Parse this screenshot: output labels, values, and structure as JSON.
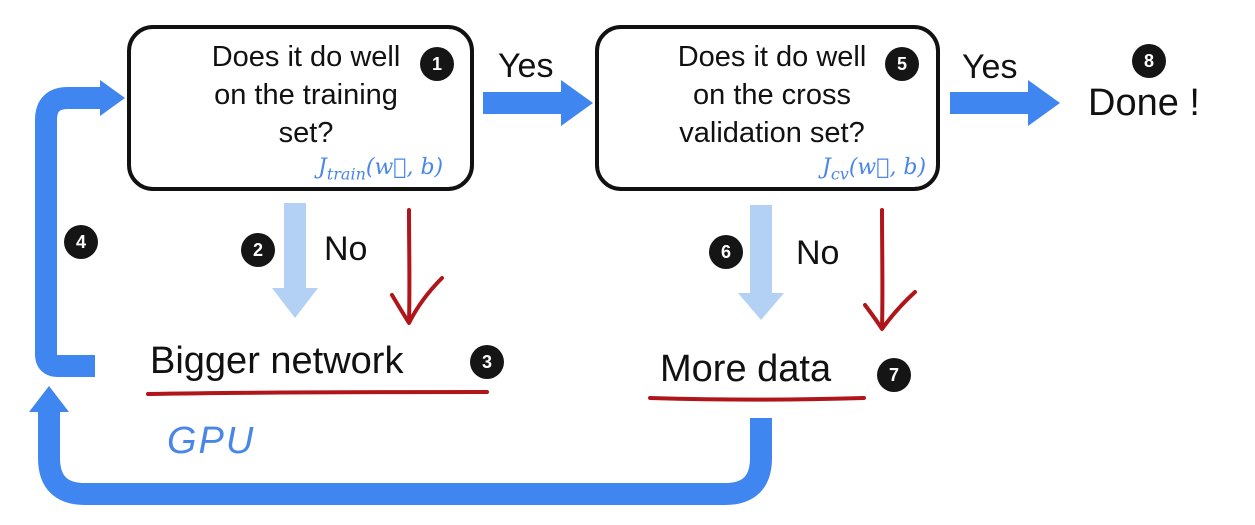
{
  "box1": {
    "text": "Does it do well\non the training\nset?",
    "formula_main": "J",
    "formula_sub": "train",
    "formula_args": "(w⃗, b)"
  },
  "box2": {
    "text": "Does it do well\non the cross\nvalidation set?",
    "formula_main": "J",
    "formula_sub": "cv",
    "formula_args": "(w⃗, b)"
  },
  "yes1": "Yes",
  "yes2": "Yes",
  "no1": "No",
  "no2": "No",
  "done": "Done !",
  "bigger_network": "Bigger network",
  "more_data": "More data",
  "gpu": "GPU",
  "badges": [
    "1",
    "2",
    "3",
    "4",
    "5",
    "6",
    "7",
    "8"
  ],
  "colors": {
    "blue_arrow": "#3f86f0",
    "light_blue_arrow": "#b3d0f5",
    "red_annotation": "#b0151a",
    "handwriting_blue": "#4a86e8"
  }
}
